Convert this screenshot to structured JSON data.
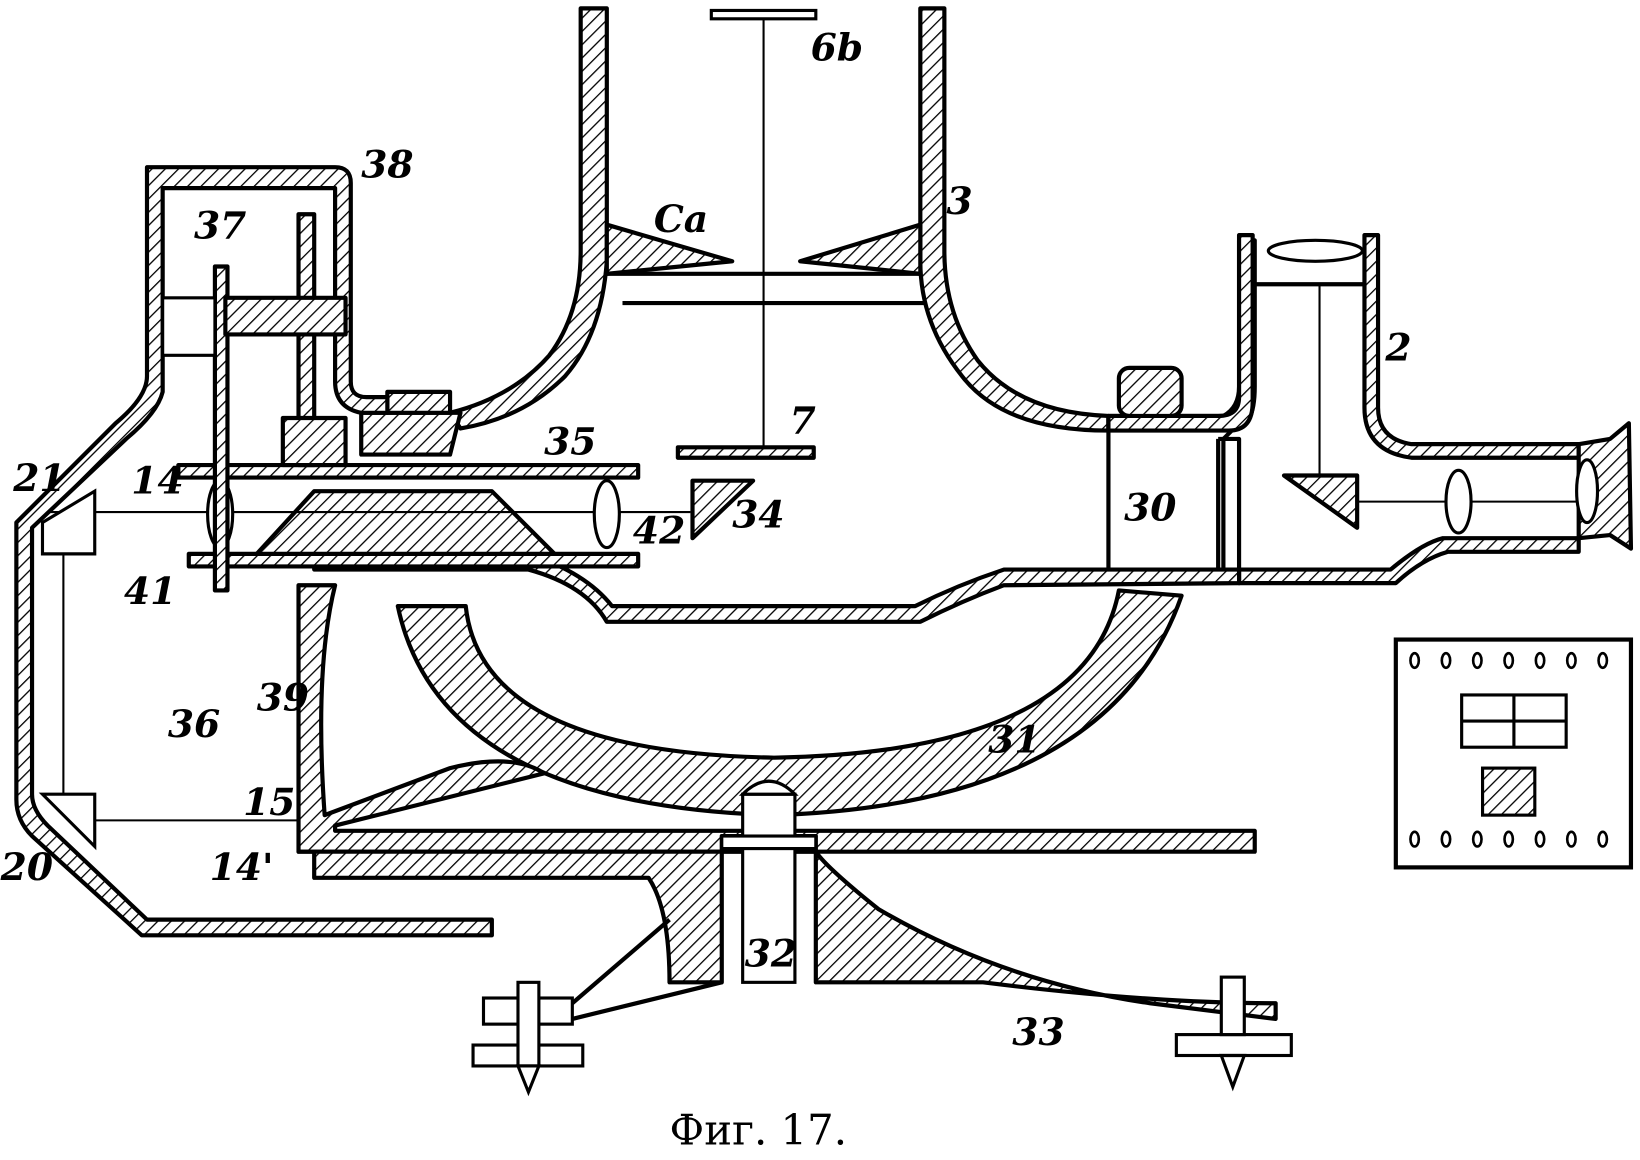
{
  "figure": {
    "caption": "Фиг. 17.",
    "labels": {
      "l6b": "6b",
      "l3": "3",
      "lCa": "Ca",
      "l2": "2",
      "l38": "38",
      "l37": "37",
      "l7": "7",
      "l35": "35",
      "l14": "14",
      "l34": "34",
      "l42": "42",
      "l30": "30",
      "l21": "21",
      "l41": "41",
      "l36": "36",
      "l39": "39",
      "l31": "31",
      "l15": "15",
      "l20": "20",
      "l14p": "14'",
      "l32": "32",
      "l33": "33"
    }
  }
}
